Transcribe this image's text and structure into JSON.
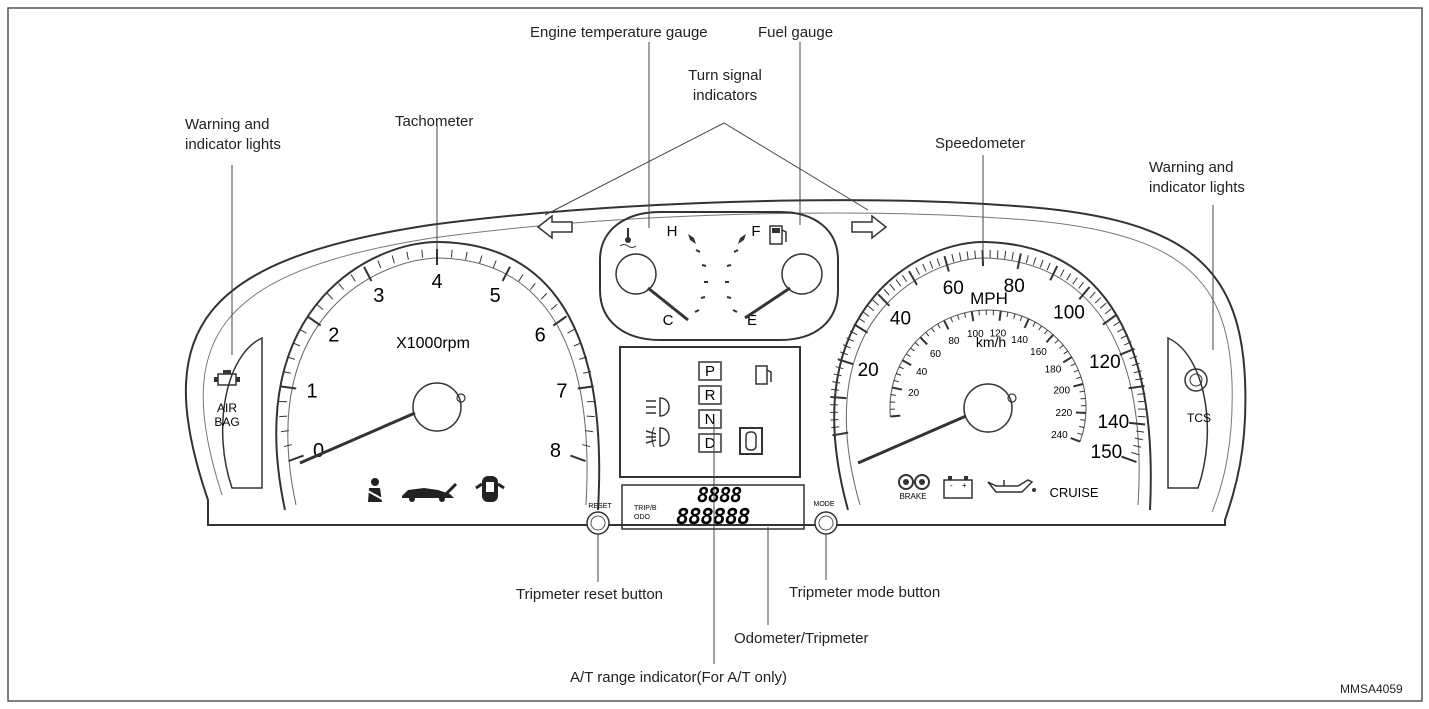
{
  "callouts": {
    "engine_temp": "Engine temperature gauge",
    "fuel": "Fuel gauge",
    "turn_signal_line1": "Turn signal",
    "turn_signal_line2": "indicators",
    "warning_left_line1": "Warning and",
    "warning_left_line2": "indicator lights",
    "tachometer": "Tachometer",
    "speedometer": "Speedometer",
    "warning_right_line1": "Warning and",
    "warning_right_line2": "indicator lights",
    "trip_reset": "Tripmeter reset button",
    "trip_mode": "Tripmeter mode button",
    "odometer": "Odometer/Tripmeter",
    "at_range": "A/T range indicator(For A/T only)"
  },
  "figure_code": "MMSA4059",
  "tachometer": {
    "ticks": [
      "0",
      "1",
      "2",
      "3",
      "4",
      "5",
      "6",
      "7",
      "8"
    ],
    "unit": "X1000rpm"
  },
  "speedometer": {
    "mph_ticks": [
      "20",
      "40",
      "60",
      "80",
      "100",
      "120",
      "140",
      "150"
    ],
    "mph_label": "MPH",
    "kmh_ticks": [
      "20",
      "40",
      "60",
      "80",
      "100",
      "120",
      "140",
      "160",
      "180",
      "200",
      "220",
      "240"
    ],
    "kmh_label": "km/h"
  },
  "temp_gauge": {
    "hot": "H",
    "cold": "C"
  },
  "fuel_gauge": {
    "full": "F",
    "empty": "E"
  },
  "gear_range": [
    "P",
    "R",
    "N",
    "D"
  ],
  "left_lights": {
    "line1": "AIR",
    "line2": "BAG"
  },
  "right_lights": {
    "tcs": "TCS"
  },
  "speedo_lights": {
    "brake": "BRAKE",
    "cruise": "CRUISE"
  },
  "buttons": {
    "reset": "RESET",
    "mode": "MODE"
  },
  "odometer_display": {
    "top_digits": "8888",
    "bottom_digits": "888888",
    "trip_label": "TRIP/B",
    "odo_label": "ODO"
  }
}
